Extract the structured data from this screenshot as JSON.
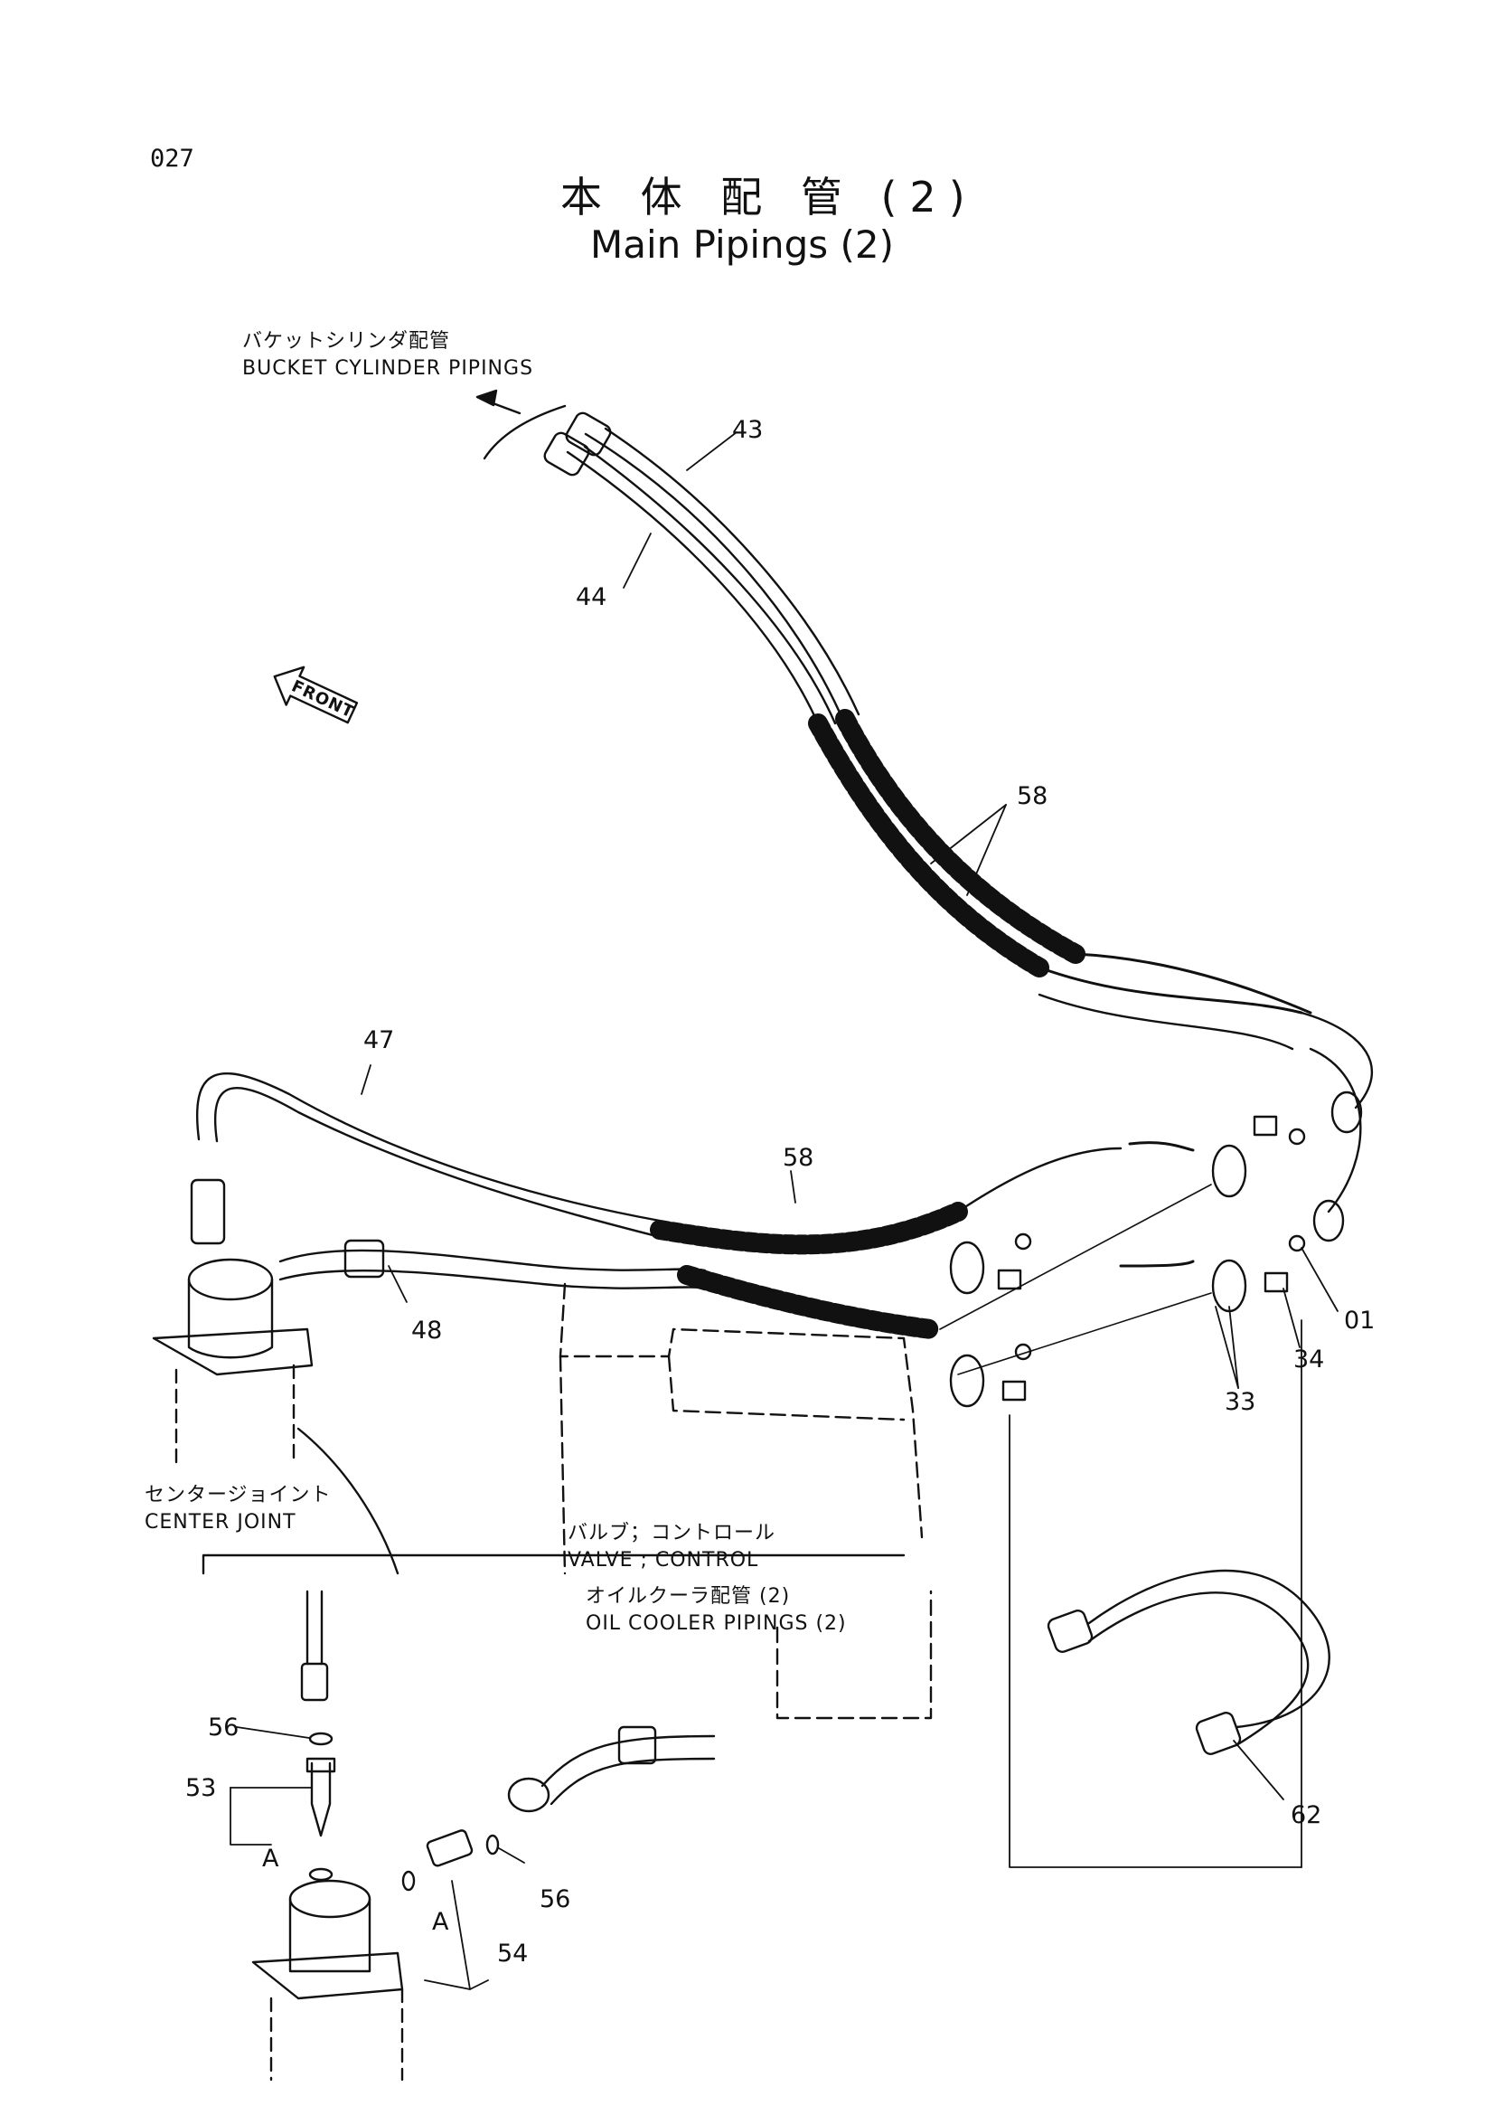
{
  "page_number": "027",
  "title": {
    "japanese": "本 体 配 管 (2)",
    "english": "Main Pipings (2)"
  },
  "labels": {
    "bucket_cylinder": {
      "jp": "バケットシリンダ配管",
      "en": "BUCKET CYLINDER PIPINGS"
    },
    "front": "FRONT",
    "center_joint": {
      "jp": "センタージョイント",
      "en": "CENTER JOINT"
    },
    "valve_control": {
      "jp": "バルブ；コントロール",
      "en": "VALVE ; CONTROL"
    },
    "oil_cooler": {
      "jp": "オイルクーラ配管 (2)",
      "en": "OIL COOLER PIPINGS (2)"
    },
    "detail_a": "A"
  },
  "part_numbers": {
    "p43": "43",
    "p44": "44",
    "p58_upper": "58",
    "p47": "47",
    "p58_lower": "58",
    "p48": "48",
    "p01": "01",
    "p34": "34",
    "p33": "33",
    "p56_left": "56",
    "p53": "53",
    "p56_right": "56",
    "p54": "54",
    "p62": "62"
  },
  "colors": {
    "ink": "#111111",
    "paper": "#ffffff"
  }
}
